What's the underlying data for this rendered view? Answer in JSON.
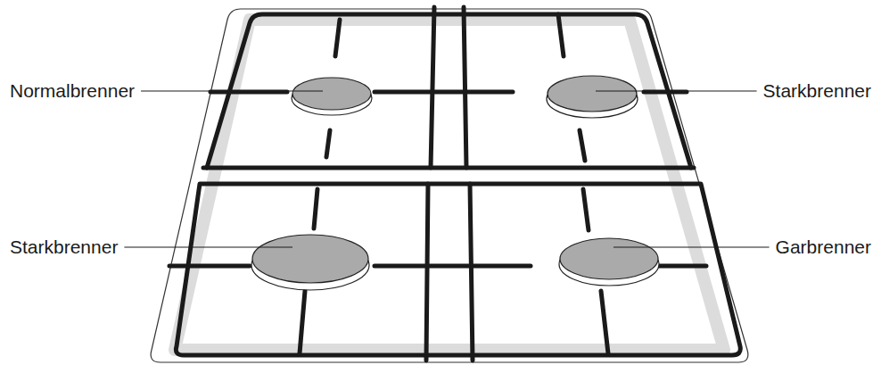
{
  "diagram": {
    "labels": [
      "Normalbrenner",
      "Starkbrenner",
      "Starkbrenner",
      "Garbrenner"
    ]
  }
}
